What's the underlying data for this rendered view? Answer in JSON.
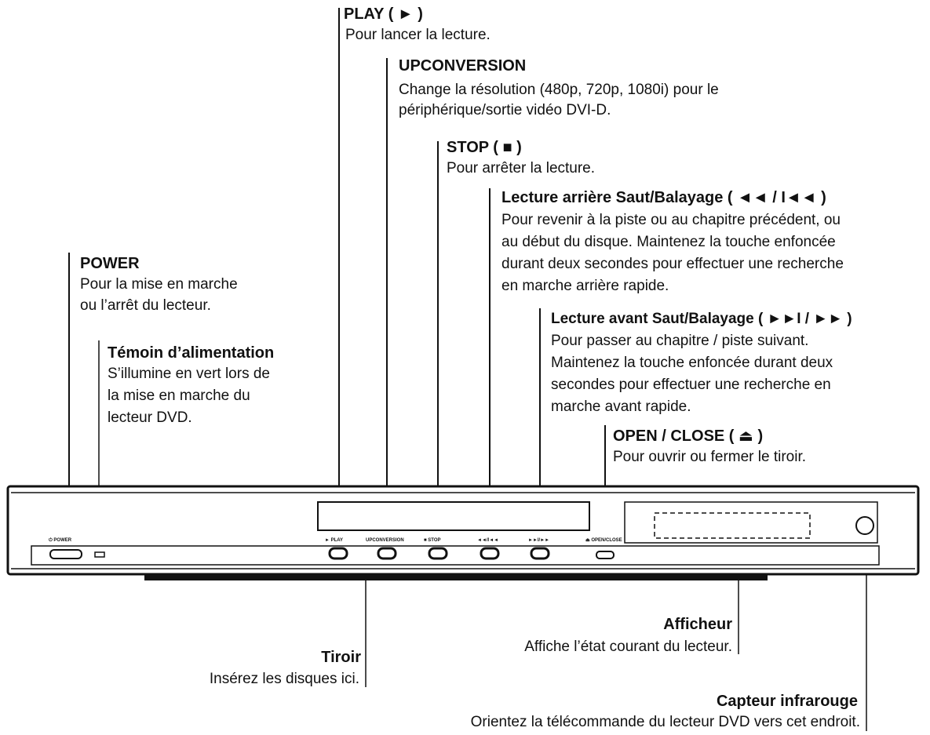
{
  "callouts": {
    "play": {
      "title": "PLAY ( ► )",
      "desc": [
        "Pour lancer la lecture."
      ]
    },
    "upconversion": {
      "title": "UPCONVERSION",
      "desc": [
        "Change la résolution (480p, 720p, 1080i) pour le",
        "périphérique/sortie vidéo DVI-D."
      ]
    },
    "stop": {
      "title": "STOP ( ■ )",
      "desc": [
        "Pour arrêter la lecture."
      ]
    },
    "rewind": {
      "title": "Lecture arrière Saut/Balayage  ( ◄◄ / I◄◄ )",
      "desc": [
        "Pour revenir à la piste ou au chapitre précédent, ou",
        "au début du disque. Maintenez la touche enfoncée",
        "durant deux secondes pour effectuer une recherche",
        "en marche arrière rapide."
      ]
    },
    "forward": {
      "title": "Lecture avant Saut/Balayage  ( ►►I / ►► )",
      "desc": [
        "Pour passer au chapitre / piste suivant.",
        "Maintenez la touche enfoncée durant deux",
        "secondes pour effectuer une recherche en",
        "marche avant rapide."
      ]
    },
    "open_close": {
      "title": "OPEN / CLOSE ( ⏏ )",
      "desc": [
        "Pour ouvrir ou fermer le tiroir."
      ]
    },
    "power": {
      "title": "POWER",
      "desc": [
        "Pour la mise en marche",
        "ou l’arrêt du lecteur."
      ]
    },
    "power_led": {
      "title": "Témoin d’alimentation",
      "desc": [
        "S’illumine en vert lors de",
        "la mise en marche du",
        "lecteur DVD."
      ]
    },
    "display": {
      "title": "Afficheur",
      "desc": [
        "Affiche l’état courant du lecteur."
      ]
    },
    "tray": {
      "title": "Tiroir",
      "desc": [
        "Insérez les disques ici."
      ]
    },
    "ir_sensor": {
      "title": "Capteur infrarouge",
      "desc": [
        "Orientez la télécommande du lecteur DVD vers cet endroit."
      ]
    }
  },
  "panel_labels": {
    "power": "⏻ POWER",
    "play": "► PLAY",
    "upconversion": "UPCONVERSION",
    "stop": "■ STOP",
    "rewind": "◄◄/I◄◄",
    "forward": "►►I/►►",
    "open_close": "⏏ OPEN/CLOSE"
  }
}
